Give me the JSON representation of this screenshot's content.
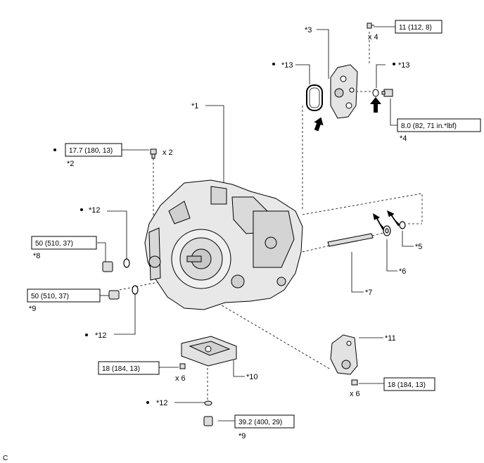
{
  "labels": {
    "c1": "*1",
    "c2": "*2",
    "c3": "*3",
    "c4": "*4",
    "c5": "*5",
    "c6": "*6",
    "c7": "*7",
    "c8": "*8",
    "c9a": "*9",
    "c9b": "*9",
    "c10": "*10",
    "c11": "*11",
    "c12a": "*12",
    "c12b": "*12",
    "c12c": "*12",
    "c13a": "*13",
    "c13b": "*13"
  },
  "quantities": {
    "q2": "x 2",
    "q4": "x 4",
    "q6a": "x 6",
    "q6b": "x 6"
  },
  "torque": {
    "t_top": "11 (112, 8)",
    "t_star4": "8.0 (82, 71 in.*lbf)",
    "t_star2": "17.7 (180, 13)",
    "t_star8": "50 (510, 37)",
    "t_star9a": "50 (510, 37)",
    "t_left18": "18 (184, 13)",
    "t_right18": "18 (184, 13)",
    "t_star9b": "39.2 (400, 29)"
  },
  "corner_mark": "C"
}
